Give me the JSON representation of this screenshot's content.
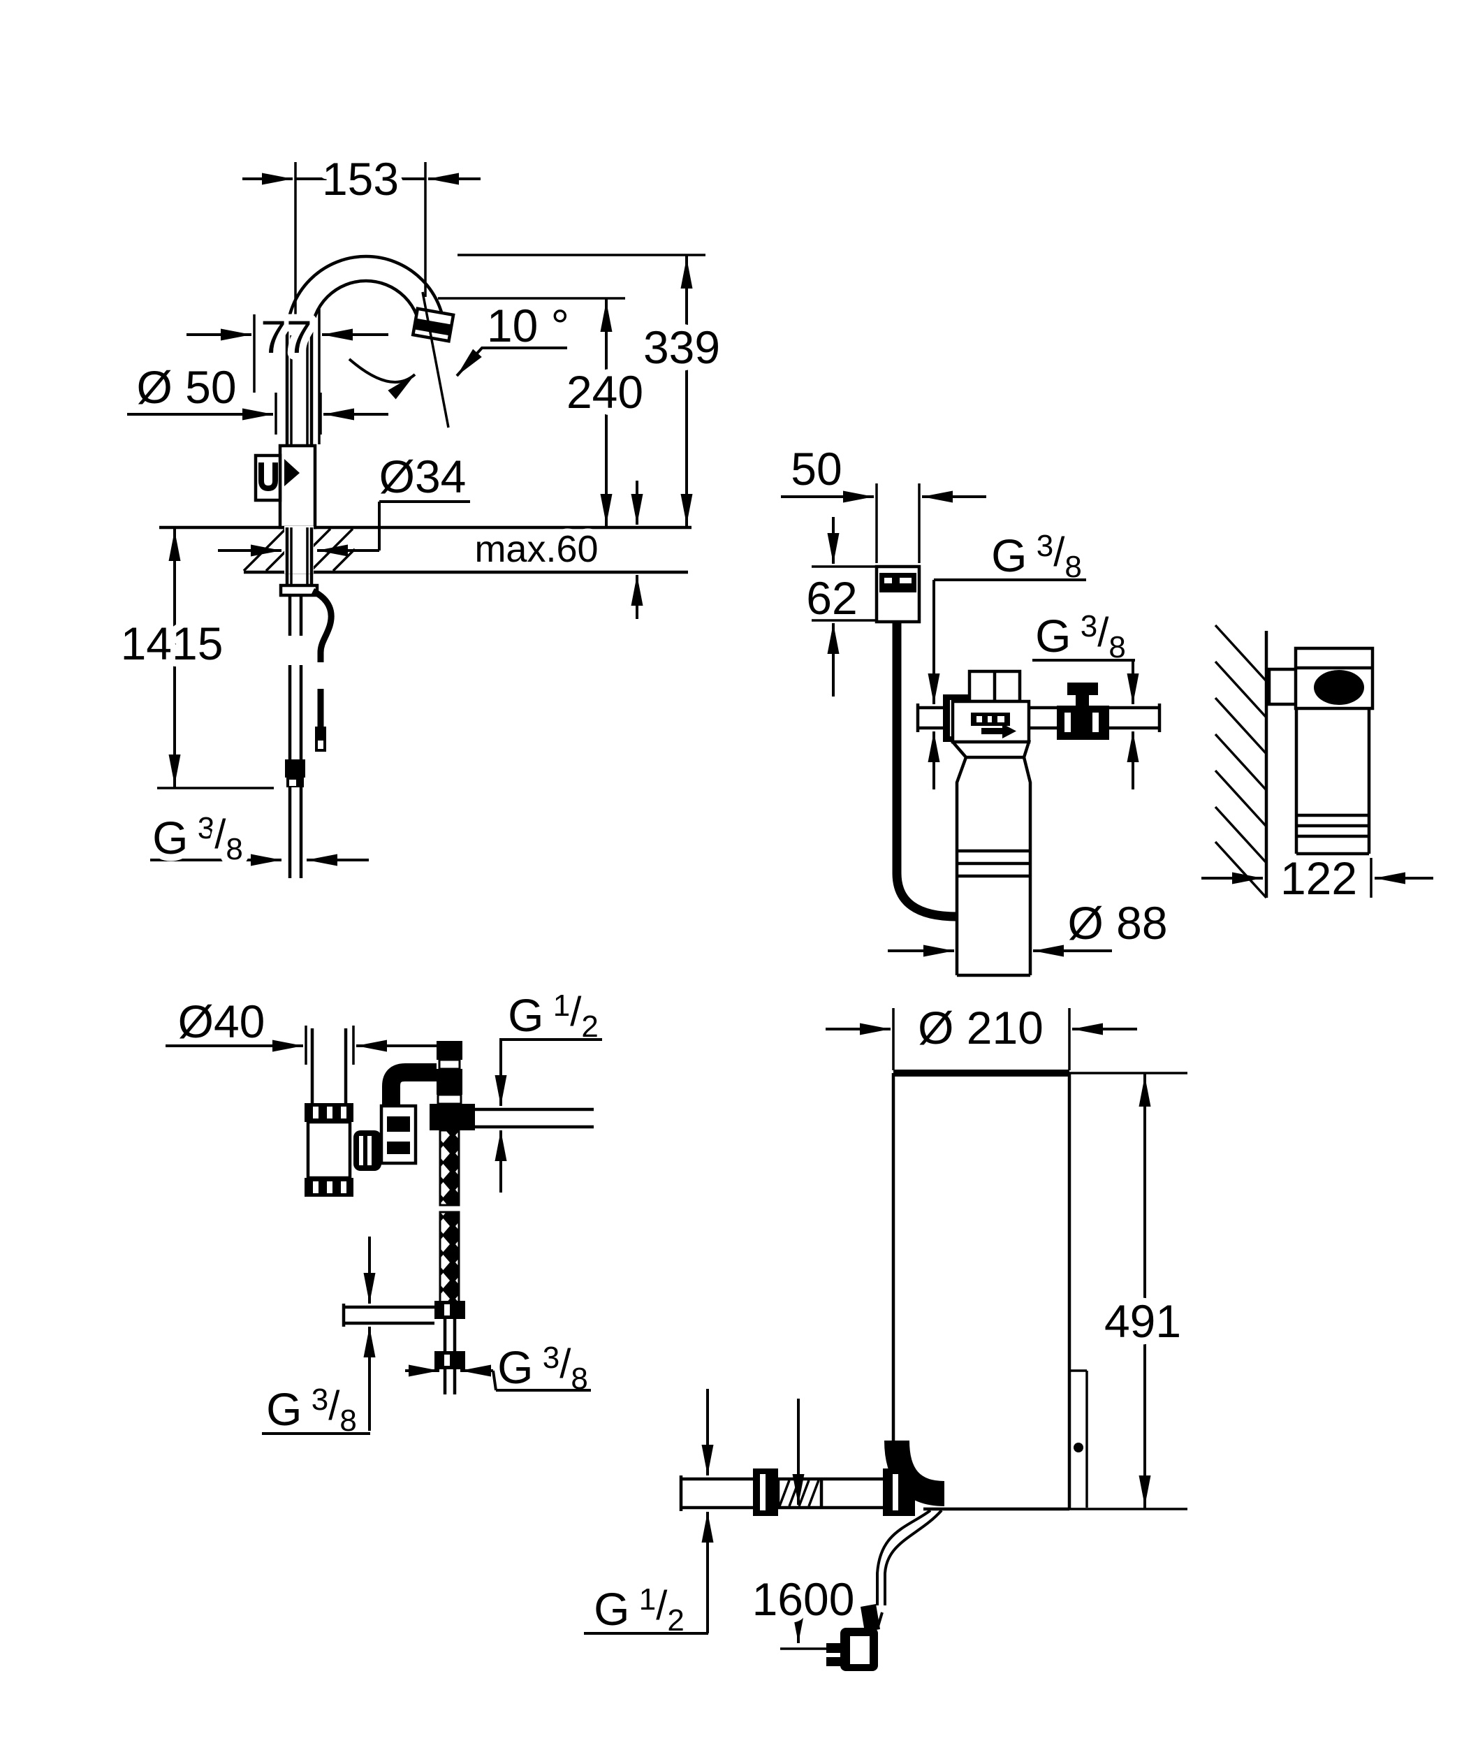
{
  "colors": {
    "ink": "#000000",
    "paper": "#ffffff"
  },
  "tap": {
    "spout_reach": "153",
    "body_width": "77",
    "base_diameter": "Ø 50",
    "shank_diameter": "Ø34",
    "spout_angle": "10 °",
    "outlet_height": "240",
    "total_height": "339",
    "deck_max": "max.60",
    "hose_length": "1415",
    "supply_thread": "G 3/8"
  },
  "filter": {
    "head_width": "50",
    "head_height": "62",
    "inlet_thread": "G 3/8",
    "outlet_thread": "G 3/8",
    "cartridge_diameter": "Ø 88",
    "wall_clearance": "122"
  },
  "valve": {
    "trap_diameter": "Ø40",
    "outlet_thread": "G 1/2",
    "inlet_thread": "G 3/8",
    "hose_thread": "G 3/8"
  },
  "boiler": {
    "diameter": "Ø 210",
    "height": "491",
    "inlet_thread": "G 1/2",
    "cable_length": "1600"
  }
}
